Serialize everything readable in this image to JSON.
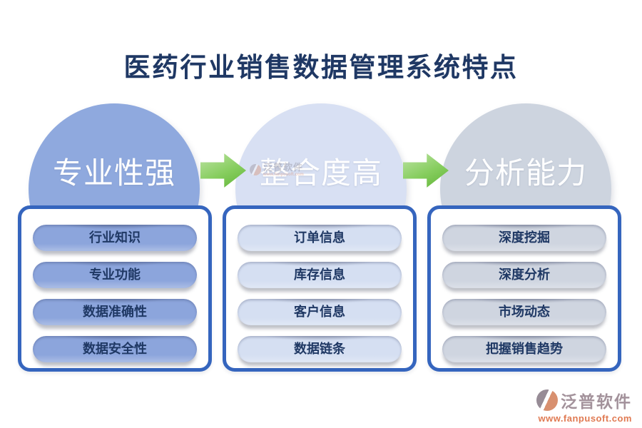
{
  "title": "医药行业销售数据管理系统特点",
  "columns": [
    {
      "heading": "专业性强",
      "circle_color": "#8fa9de",
      "pill_color": "#8ca5dc",
      "items": [
        "行业知识",
        "专业功能",
        "数据准确性",
        "数据安全性"
      ]
    },
    {
      "heading": "整合度高",
      "circle_color": "#d8e0f3",
      "pill_color": "#d5dff2",
      "items": [
        "订单信息",
        "库存信息",
        "客户信息",
        "数据链条"
      ]
    },
    {
      "heading": "分析能力",
      "circle_color": "#cdd4df",
      "pill_color": "#cfd5e0",
      "items": [
        "深度挖掘",
        "深度分析",
        "市场动态",
        "把握销售趋势"
      ]
    }
  ],
  "colors": {
    "title_text": "#1f3864",
    "pill_text": "#1f3864",
    "box_border": "#3565be",
    "arrow_green": "#79c24e",
    "logo_text": "#a3929b",
    "logo_url": "#e07a52"
  },
  "logo": {
    "name": "泛普软件",
    "url": "www.fanpusoft.com"
  },
  "watermark": {
    "name": "泛普软件",
    "url": "www.fanpusoft.com"
  }
}
